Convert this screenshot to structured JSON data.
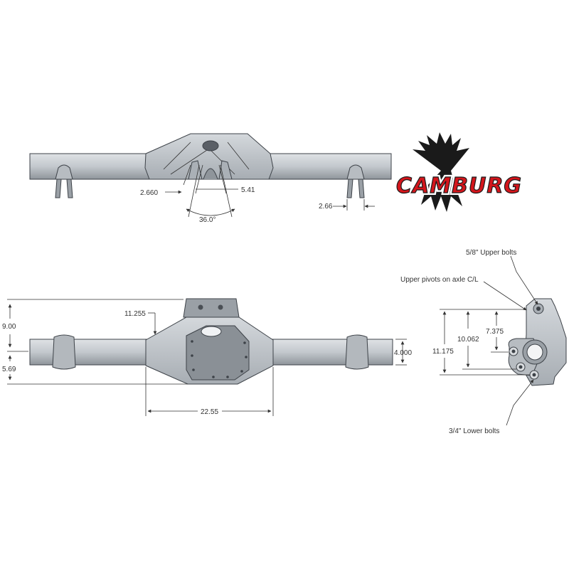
{
  "brand": {
    "name": "CAMBURG",
    "color": "#d4161c"
  },
  "top_view": {
    "dim_bracket_offset": "2.660",
    "dim_bracket_spacing": "5.41",
    "dim_angle": "36.0°",
    "dim_mount_width": "2.66"
  },
  "front_view": {
    "dim_overall_height": "9.00",
    "dim_center_to_bottom": "5.69",
    "dim_truss_height": "11.255",
    "dim_tube_diameter": "4.000",
    "dim_housing_width": "22.55"
  },
  "side_view": {
    "callout_upper_bolts": "5/8\" Upper bolts",
    "callout_upper_pivots": "Upper pivots on axle C/L",
    "callout_lower_bolts": "3/4\" Lower bolts",
    "dim_overall": "11.175",
    "dim_lower_to_upper": "10.062",
    "dim_center_to_upper": "7.375"
  },
  "colors": {
    "part_fill": "#c9ced3",
    "part_shade": "#9aa0a6",
    "part_dark": "#5a5f66",
    "line": "#333333"
  }
}
